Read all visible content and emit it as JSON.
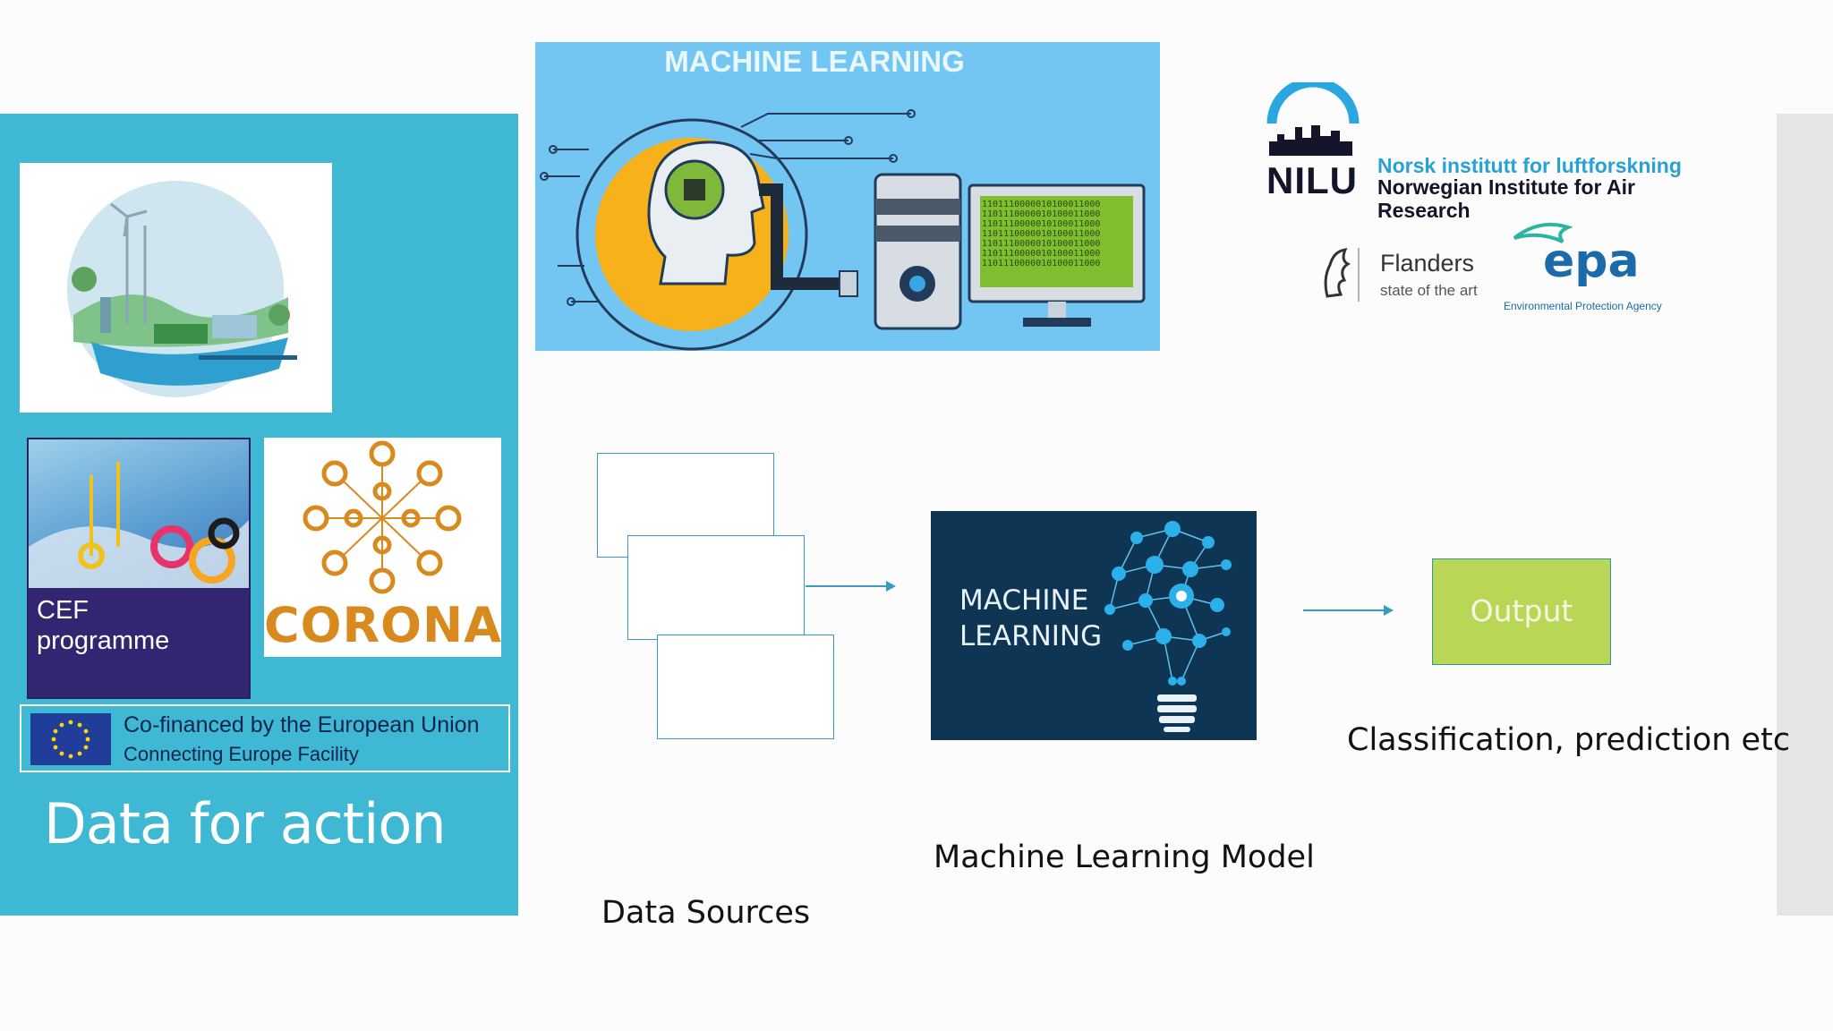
{
  "left_panel": {
    "cef_label": "CEF\nprogramme",
    "corona_label": "CORONA",
    "eu_line1": "Co-financed by the European Union",
    "eu_line2": "Connecting Europe Facility",
    "title": "Data for action"
  },
  "banner": {
    "title": "MACHINE LEARNING",
    "binary_text": "1101110000010100011000"
  },
  "logos": {
    "nilu_word": "NILU",
    "nilu_line1": "Norsk institutt for luftforskning",
    "nilu_line2": "Norwegian Institute for Air Research",
    "flanders_name": "Flanders",
    "flanders_tag": "state of the art",
    "epa_word": "epa",
    "epa_sub": "Environmental Protection Agency"
  },
  "diagram": {
    "model_text": "MACHINE\nLEARNING",
    "output_label": "Output",
    "output_caption": "Classification, prediction etc",
    "model_caption": "Machine Learning Model",
    "sources_caption": "Data Sources"
  },
  "colors": {
    "panel": "#3fb8d3",
    "output": "#b9d654",
    "model_bg": "#0e3554",
    "arrow": "#3a9cbb"
  }
}
